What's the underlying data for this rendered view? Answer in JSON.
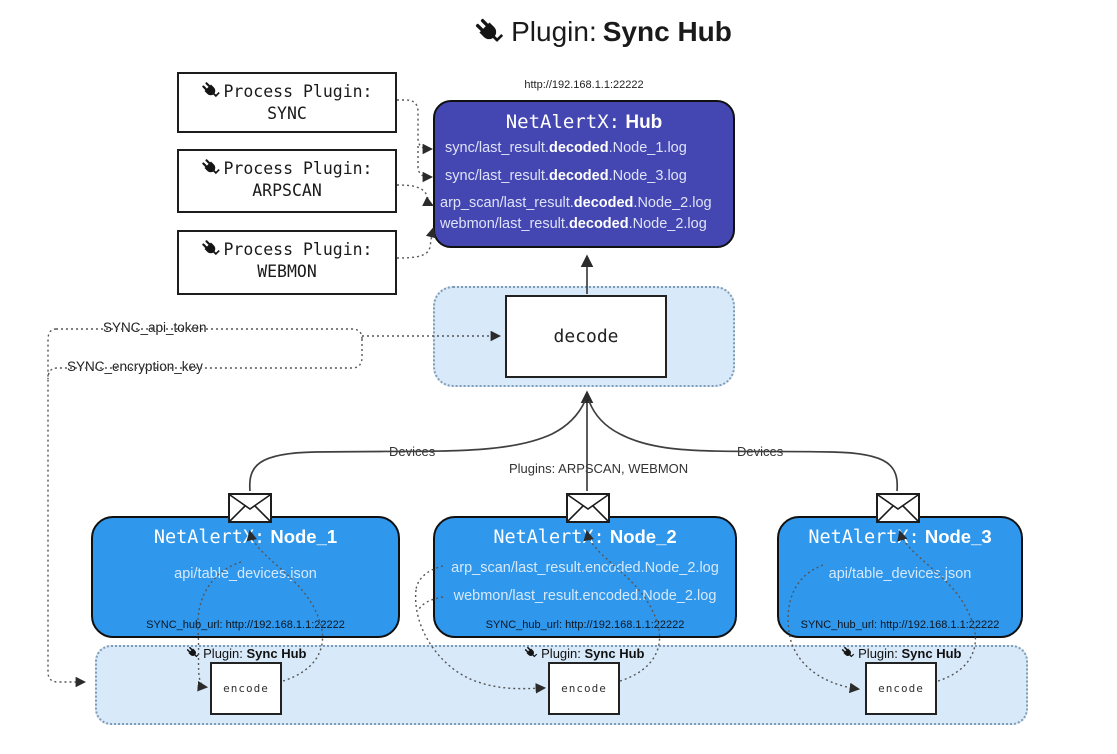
{
  "title": {
    "prefix": "Plugin:",
    "name": "Sync Hub"
  },
  "process_plugins": [
    {
      "label": "Process Plugin:",
      "name": "SYNC"
    },
    {
      "label": "Process Plugin:",
      "name": "ARPSCAN"
    },
    {
      "label": "Process Plugin:",
      "name": "WEBMON"
    }
  ],
  "hub": {
    "url_label": "http://192.168.1.1:22222",
    "prefix": "NetAlertX:",
    "name": "Hub",
    "logs": [
      {
        "pre": "sync/last_result.",
        "bold": "decoded",
        "post": ".Node_1.log"
      },
      {
        "pre": "sync/last_result.",
        "bold": "decoded",
        "post": ".Node_3.log"
      },
      {
        "pre": "arp_scan/last_result.",
        "bold": "decoded",
        "post": ".Node_2.log"
      },
      {
        "pre": "webmon/last_result.",
        "bold": "decoded",
        "post": ".Node_2.log"
      }
    ]
  },
  "decode": {
    "label": "decode"
  },
  "tokens": {
    "api": "SYNC_api_token",
    "key": "SYNC_encryption_key"
  },
  "edges": {
    "devices": "Devices",
    "plugins_note": "Plugins: ARPSCAN, WEBMON"
  },
  "nodes": [
    {
      "prefix": "NetAlertX:",
      "name": "Node_1",
      "files": [
        "api/table_devices.json"
      ],
      "hub_url": "SYNC_hub_url: http://192.168.1.1:22222"
    },
    {
      "prefix": "NetAlertX:",
      "name": "Node_2",
      "files": [
        "arp_scan/last_result.encoded.Node_2.log",
        "webmon/last_result.encoded.Node_2.log"
      ],
      "hub_url": "SYNC_hub_url: http://192.168.1.1:22222"
    },
    {
      "prefix": "NetAlertX:",
      "name": "Node_3",
      "files": [
        "api/table_devices.json"
      ],
      "hub_url": "SYNC_hub_url: http://192.168.1.1:22222"
    }
  ],
  "sync_plugin": {
    "prefix": "Plugin:",
    "name": "Sync Hub",
    "encode": "encode"
  },
  "colors": {
    "hub_bg": "#4446b1",
    "node_bg": "#2f97ec",
    "panel_bg": "#d8e9f9",
    "panel_border": "#809cb5",
    "line": "#3f3f3f"
  }
}
